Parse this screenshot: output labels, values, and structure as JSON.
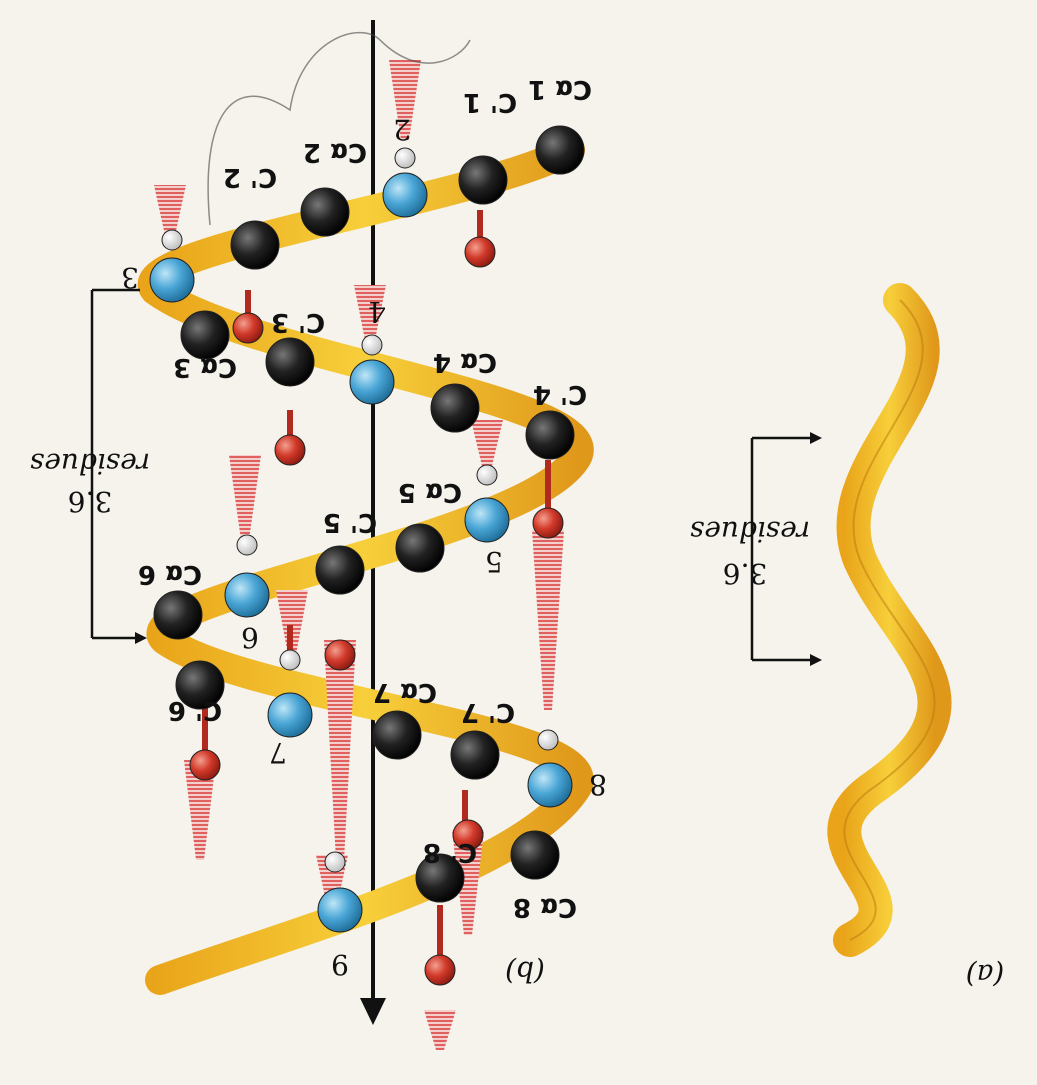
{
  "figure": {
    "panel_a_label": "(a)",
    "panel_b_label": "(b)",
    "residues_value_a": "3.6",
    "residues_word_a": "residues",
    "residues_value_b": "3.6",
    "residues_word_b": "residues"
  },
  "colors": {
    "ribbon": "#f2b820",
    "ribbon_dark": "#c9860f",
    "carbon": "#1a1a1a",
    "nitrogen": "#4aa6d6",
    "oxygen": "#d23a2a",
    "hbond": "#e07070",
    "hydrogen": "#f4f4f4"
  },
  "atoms": {
    "c_alpha": [
      {
        "text": "Cα 1"
      },
      {
        "text": "Cα 2"
      },
      {
        "text": "Cα 3"
      },
      {
        "text": "Cα 4"
      },
      {
        "text": "Cα 5"
      },
      {
        "text": "Cα 6"
      },
      {
        "text": "Cα 7"
      },
      {
        "text": "Cα 8"
      }
    ],
    "c_prime": [
      {
        "text": "C' 1"
      },
      {
        "text": "C' 2"
      },
      {
        "text": "C' 3"
      },
      {
        "text": "C' 4"
      },
      {
        "text": "C' 5"
      },
      {
        "text": "C' 6"
      },
      {
        "text": "C' 7"
      },
      {
        "text": "C' 8"
      }
    ],
    "nitrogen_numbers": [
      "2",
      "3",
      "4",
      "5",
      "6",
      "7",
      "8",
      "9"
    ]
  }
}
